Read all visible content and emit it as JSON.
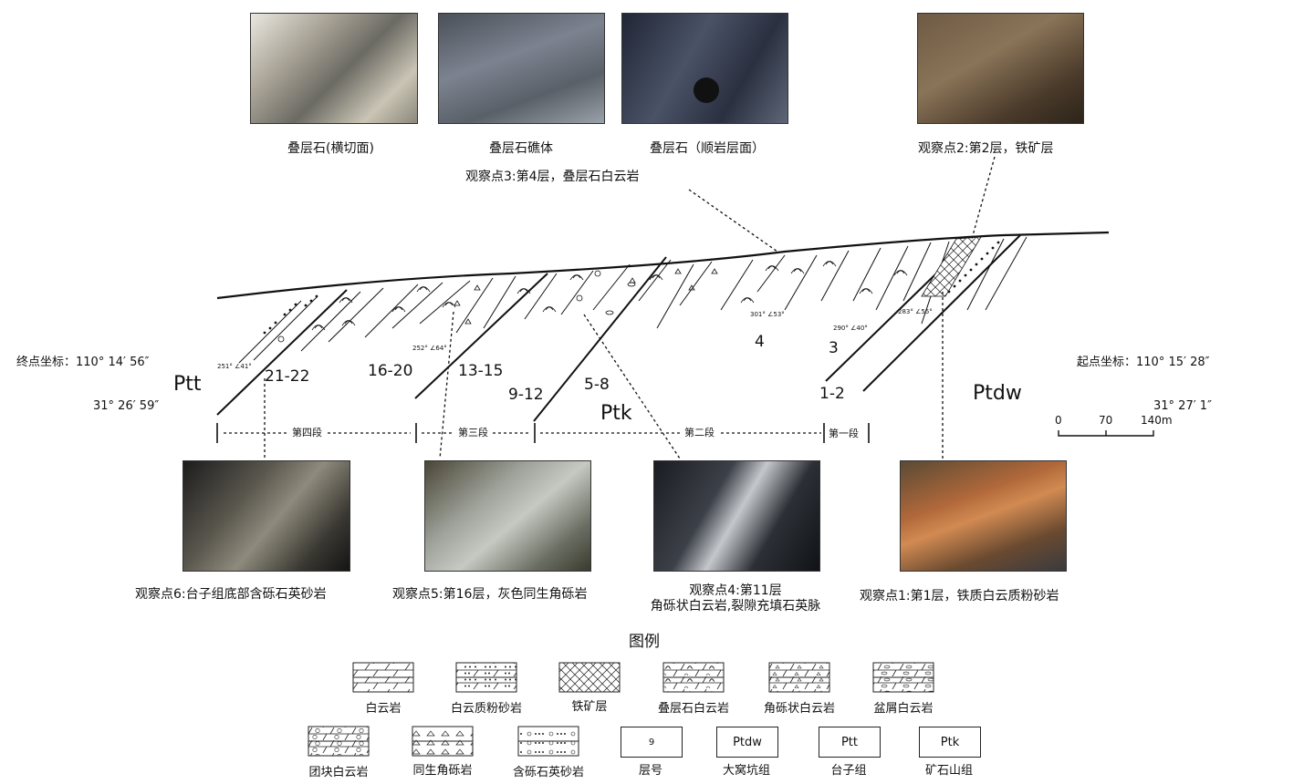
{
  "photos_top": [
    {
      "caption": "叠层石(横切面)"
    },
    {
      "caption": "叠层石礁体"
    },
    {
      "caption": "叠层石（顺岩层面）"
    },
    {
      "caption": "观察点2:第2层，铁矿层"
    }
  ],
  "obs3_label": "观察点3:第4层，叠层石白云岩",
  "photos_bottom": [
    {
      "caption": "观察点6:台子组底部含砾石英砂岩"
    },
    {
      "caption": "观察点5:第16层，灰色同生角砾岩"
    },
    {
      "caption_line1": "观察点4:第11层",
      "caption_line2": "角砾状白云岩,裂隙充填石英脉"
    },
    {
      "caption": "观察点1:第1层，铁质白云质粉砂岩"
    }
  ],
  "coords": {
    "end_label": "终点坐标：110° 14′ 56″",
    "end_lat": "31° 26′ 59″",
    "start_label": "起点坐标：110° 15′ 28″",
    "start_lat": "31° 27′ 1″"
  },
  "formations": {
    "ptt": "Ptt",
    "ptk": "Ptk",
    "ptdw": "Ptdw"
  },
  "layers": [
    "21-22",
    "16-20",
    "13-15",
    "9-12",
    "5-8",
    "4",
    "3",
    "1-2"
  ],
  "attitudes": [
    "251° ∠41°",
    "252° ∠64°",
    "301° ∠53°",
    "290° ∠40°",
    "283° ∠55°"
  ],
  "segments": [
    "第四段",
    "第三段",
    "第二段",
    "第一段"
  ],
  "scale": {
    "t0": "0",
    "t1": "70",
    "t2": "140m"
  },
  "legend": {
    "title": "图例",
    "row1": [
      "白云岩",
      "白云质粉砂岩",
      "铁矿层",
      "叠层石白云岩",
      "角砾状白云岩",
      "盆屑白云岩"
    ],
    "row2": [
      "团块白云岩",
      "同生角砾岩",
      "含砾石英砂岩",
      "层号",
      "大窝坑组",
      "台子组",
      "矿石山组"
    ],
    "box_layer": "9",
    "box_ptdw": "Ptdw",
    "box_ptt": "Ptt",
    "box_ptk": "Ptk"
  },
  "colors": {
    "line": "#111111",
    "photo_dark": "#2a2a2a",
    "photo_rock": "#6b6f78"
  }
}
